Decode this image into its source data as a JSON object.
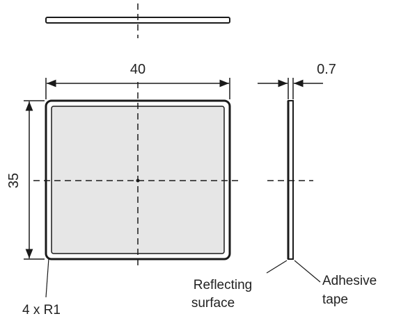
{
  "drawing": {
    "dimensions": {
      "width": "40",
      "height": "35",
      "thickness": "0.7",
      "corner_radius": "4 x R1"
    },
    "callouts": {
      "reflecting_surface_line1": "Reflecting",
      "reflecting_surface_line2": "surface",
      "adhesive_tape_line1": "Adhesive",
      "adhesive_tape_line2": "tape"
    },
    "colors": {
      "line": "#1a1a1a",
      "face_fill": "#e6e6e6"
    }
  }
}
